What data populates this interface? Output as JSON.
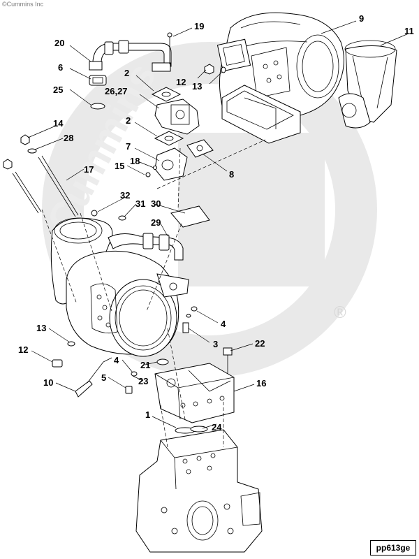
{
  "copyright": "©Cummins Inc",
  "watermark_text": "Cummins",
  "registered_mark": "®",
  "drawing_code": "pp613ge",
  "callouts": {
    "c19": "19",
    "c20": "20",
    "c9": "9",
    "c11": "11",
    "c6": "6",
    "c2a": "2",
    "c12a": "12",
    "c13a": "13",
    "c25": "25",
    "c2627": "26,27",
    "c2b": "2",
    "c14": "14",
    "c28": "28",
    "c7": "7",
    "c15": "15",
    "c18": "18",
    "c8": "8",
    "c17": "17",
    "c32": "32",
    "c31": "31",
    "c30": "30",
    "c29": "29",
    "c4a": "4",
    "c3": "3",
    "c13b": "13",
    "c22": "22",
    "c12b": "12",
    "c21": "21",
    "c4b": "4",
    "c23": "23",
    "c16": "16",
    "c10": "10",
    "c5": "5",
    "c1": "1",
    "c24": "24"
  }
}
